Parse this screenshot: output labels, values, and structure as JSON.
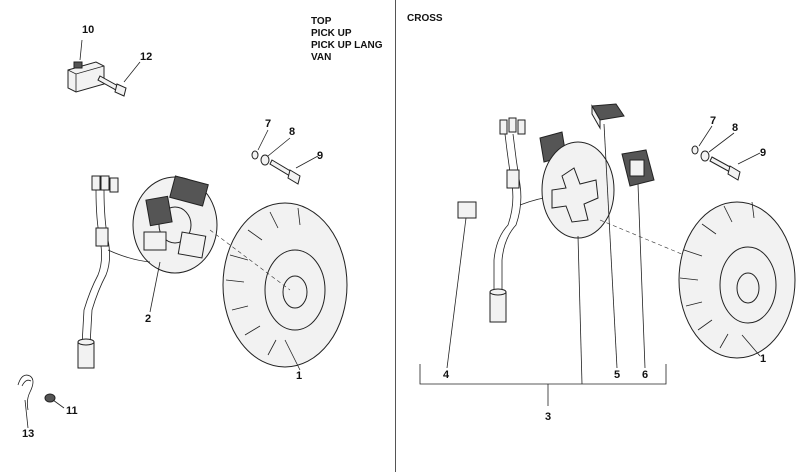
{
  "left_panel": {
    "variants": [
      "TOP",
      "PICK UP",
      "PICK UP LANG",
      "VAN"
    ],
    "callouts": [
      "10",
      "12",
      "7",
      "8",
      "9",
      "1",
      "2",
      "13",
      "11"
    ]
  },
  "right_panel": {
    "variant": "CROSS",
    "callouts": [
      "7",
      "8",
      "9",
      "1",
      "4",
      "5",
      "6",
      "3"
    ]
  }
}
